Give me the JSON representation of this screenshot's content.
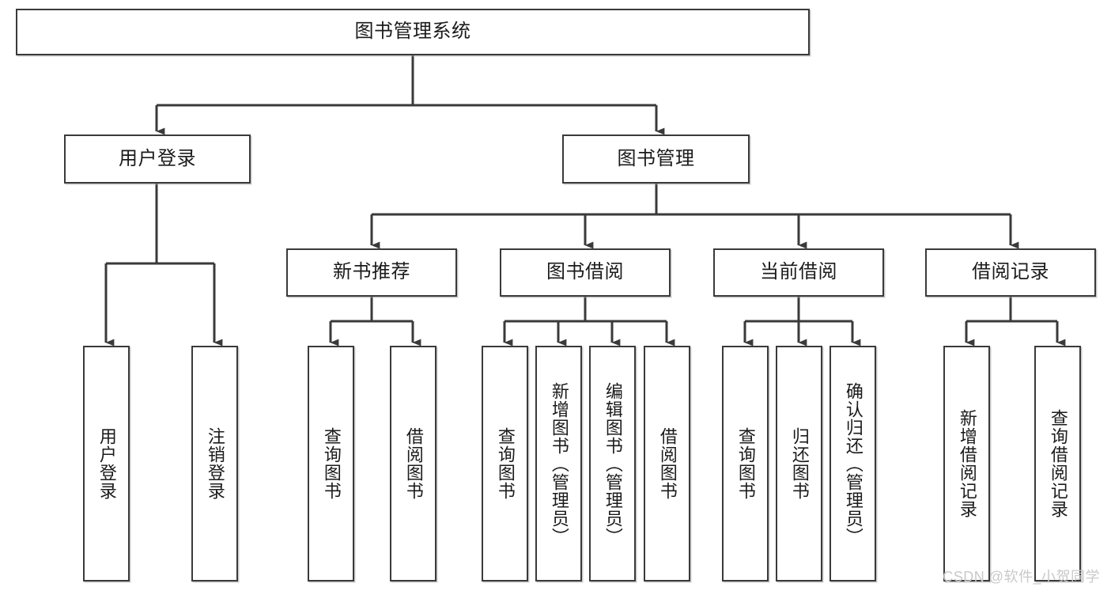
{
  "diagram": {
    "type": "tree-hierarchy",
    "title": "图书管理系统",
    "orientation": "top-down",
    "watermark": "CSDN @软件_小贺同学",
    "colors": {
      "box_border": "#3a3a3a",
      "box_fill": "#ffffff",
      "connector": "#3a3a3a",
      "text": "#1b1b1b",
      "watermark": "#c9c9c9"
    },
    "nodes": {
      "root": {
        "label": "图书管理系统",
        "level": 1,
        "orientation": "horizontal"
      },
      "level2": [
        {
          "id": "user-login",
          "label": "用户登录",
          "orientation": "horizontal"
        },
        {
          "id": "book-management",
          "label": "图书管理",
          "orientation": "horizontal"
        }
      ],
      "level3": [
        {
          "id": "new-book-recommend",
          "label": "新书推荐",
          "orientation": "horizontal"
        },
        {
          "id": "book-borrow",
          "label": "图书借阅",
          "orientation": "horizontal"
        },
        {
          "id": "current-borrow",
          "label": "当前借阅",
          "orientation": "horizontal"
        },
        {
          "id": "borrow-record",
          "label": "借阅记录",
          "orientation": "horizontal"
        }
      ],
      "leaves": [
        {
          "id": "leaf-user-login",
          "label": "用户登录",
          "parent": "user-login",
          "orientation": "vertical"
        },
        {
          "id": "leaf-user-logout",
          "label": "注销登录",
          "parent": "user-login",
          "orientation": "vertical"
        },
        {
          "id": "leaf-query-book-1",
          "label": "查询图书",
          "parent": "new-book-recommend",
          "orientation": "vertical"
        },
        {
          "id": "leaf-borrow-book-1",
          "label": "借阅图书",
          "parent": "new-book-recommend",
          "orientation": "vertical"
        },
        {
          "id": "leaf-query-book-2",
          "label": "查询图书",
          "parent": "book-borrow",
          "orientation": "vertical"
        },
        {
          "id": "leaf-add-book",
          "label": "新增图书（管理员）",
          "parent": "book-borrow",
          "orientation": "vertical"
        },
        {
          "id": "leaf-edit-book",
          "label": "编辑图书（管理员）",
          "parent": "book-borrow",
          "orientation": "vertical"
        },
        {
          "id": "leaf-borrow-book-2",
          "label": "借阅图书",
          "parent": "book-borrow",
          "orientation": "vertical"
        },
        {
          "id": "leaf-query-book-3",
          "label": "查询图书",
          "parent": "current-borrow",
          "orientation": "vertical"
        },
        {
          "id": "leaf-return-book",
          "label": "归还图书",
          "parent": "current-borrow",
          "orientation": "vertical"
        },
        {
          "id": "leaf-confirm-return",
          "label": "确认归还（管理员）",
          "parent": "current-borrow",
          "orientation": "vertical"
        },
        {
          "id": "leaf-add-record",
          "label": "新增借阅记录",
          "parent": "borrow-record",
          "orientation": "vertical"
        },
        {
          "id": "leaf-query-record",
          "label": "查询借阅记录",
          "parent": "borrow-record",
          "orientation": "vertical"
        }
      ]
    }
  }
}
